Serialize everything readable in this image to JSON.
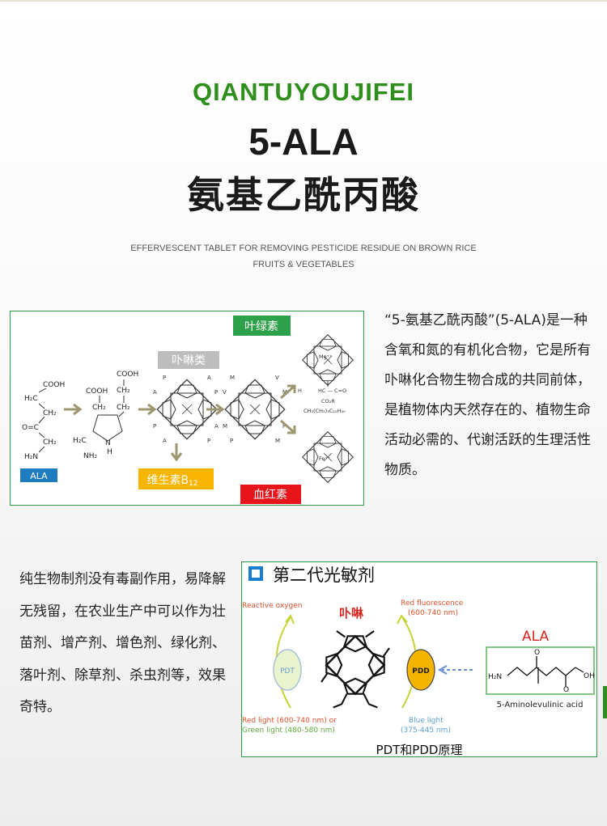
{
  "header": {
    "brand": "QIANTUYOUJIFEI",
    "title_line1": "5-ALA",
    "title_line2": "氨基乙酰丙酸",
    "subtitle_line1": "EFFERVESCENT TABLET FOR REMOVING PESTICIDE RESIDUE ON BROWN  RICE",
    "subtitle_line2": "FRUITS & VEGETABLES"
  },
  "pathway": {
    "label_chlorophyll": "叶绿素",
    "label_porphyrin": "卟啉类",
    "label_b12": "维生素B",
    "label_b12_sub": "12",
    "label_heme": "血红素",
    "label_ala": "ALA",
    "chem_cooh": "COOH",
    "chem_h2c": "H₂C",
    "chem_ch2": "CH₂",
    "chem_oc": "O=C",
    "chem_h2n": "H₂N",
    "chem_nh2": "NH₂",
    "chem_n": "N",
    "chem_h": "H",
    "chem_mg": "Mg⁺⁺",
    "chem_fe": "Fe⁺⁺",
    "chem_hc": "HC — C=O",
    "chem_coor": "CO₂R",
    "chem_phytyl": "CH₃(CH₂)₃C₁₅H₃₀",
    "chem_p": "P",
    "chem_a": "A",
    "chem_m": "M",
    "chem_v": "V"
  },
  "description": {
    "text": "“5-氨基乙酰丙酸”(5-ALA)是一种含氧和氮的有机化合物，它是所有卟啉化合物生物合成的共同前体，是植物体内天然存在的、植物生命活动必需的、代谢活跃的生理活性物质。"
  },
  "usage": {
    "text": "纯生物制剂没有毒副作用，易降解无残留，在农业生产中可以作为壮苗剂、增产剂、增色剂、绿化剂、落叶剂、除草剂、杀虫剂等，效果奇特。"
  },
  "pdt_diagram": {
    "title": "第二代光敏剂",
    "porphyrin_label": "卟啉",
    "reactive_oxygen": "Reactive oxygen",
    "red_fluorescence": "Red fluorescence",
    "red_fluorescence_range": "(600-740 nm)",
    "pdt": "PDT",
    "pdd": "PDD",
    "ala_label": "ALA",
    "red_light": "Red light (600-740 nm) or",
    "green_light": "Green light (480-580 nm)",
    "blue_light": "Blue light",
    "blue_light_range": "(375-445 nm)",
    "ala_fullname": "5-Aminolevulinic acid",
    "h2n": "H₂N",
    "oh": "OH",
    "o": "O",
    "caption": "PDT和PDD原理"
  },
  "colors": {
    "brand_green": "#2f8f1c",
    "panel_border": "#2f9a48",
    "chlorophyll_tag": "#2da14a",
    "porphyrin_tag": "#bdbdbd",
    "b12_tag": "#f7b500",
    "heme_tag": "#e8141b",
    "ala_tag": "#1f7cc0",
    "arrow": "#9d9770"
  }
}
